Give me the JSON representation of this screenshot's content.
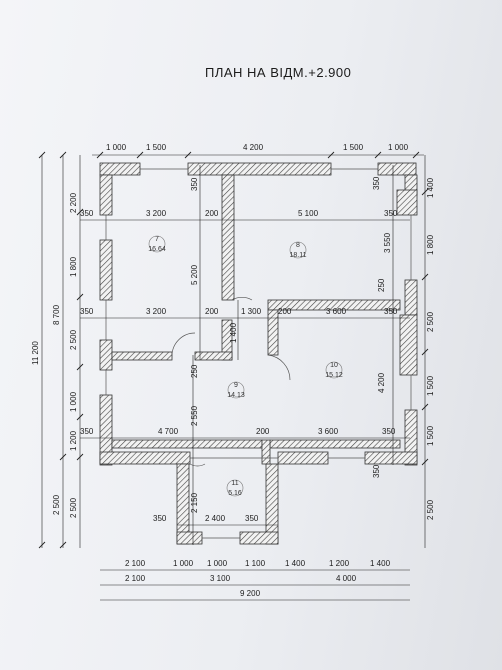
{
  "title": "ПЛАН НА ВІДМ.+2.900",
  "rooms": [
    {
      "number": "7",
      "area": "16.64"
    },
    {
      "number": "8",
      "area": "18.11"
    },
    {
      "number": "9",
      "area": "14.13"
    },
    {
      "number": "10",
      "area": "15.12"
    },
    {
      "number": "11",
      "area": "5.16"
    }
  ],
  "dims": {
    "top": [
      "1 000",
      "1 500",
      "4 200",
      "1 500",
      "1 000"
    ],
    "left_outer": [
      "11 200"
    ],
    "left_mid": [
      "8 700",
      "2 500"
    ],
    "left_inner": [
      "2 200",
      "1 800",
      "2 500",
      "1 000",
      "1 200",
      "2 500"
    ],
    "right": [
      "1 400",
      "1 800",
      "2 500",
      "1 500",
      "1 500",
      "2 500"
    ],
    "bottom_row1": [
      "2 100",
      "1 000",
      "1 000",
      "1 100",
      "1 400",
      "1 200",
      "1 400"
    ],
    "bottom_row2": [
      "2 100",
      "3 100",
      "4 000"
    ],
    "bottom_total": "9 200",
    "row1": [
      "350",
      "3 200",
      "200",
      "5 100",
      "350"
    ],
    "row2": [
      "350",
      "3 200",
      "200",
      "1 300",
      "200",
      "3 600",
      "350"
    ],
    "row3": [
      "350",
      "4 700",
      "200",
      "3 600",
      "350"
    ],
    "row4": [
      "350",
      "2 400",
      "350"
    ],
    "vertical": [
      "350",
      "5 200",
      "3 550",
      "250",
      "1 400",
      "250",
      "2 550",
      "4 200",
      "2 150",
      "350",
      "350"
    ]
  }
}
